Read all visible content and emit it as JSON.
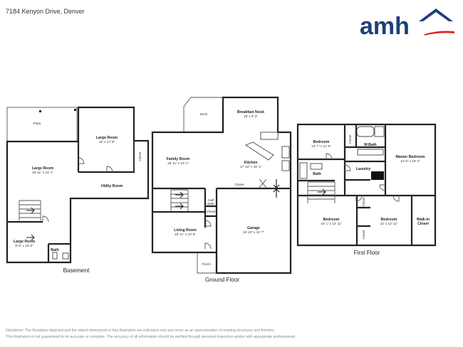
{
  "header": {
    "address": "7184 Kenyon Drive, Denver",
    "logo_text": "amh",
    "brand_colors": {
      "blue": "#1e3f7a",
      "red": "#d32a2a"
    }
  },
  "floors": {
    "basement": {
      "label": "Basement",
      "patio": "Patio",
      "large_room_1": {
        "name": "Large Room",
        "dims": "15' x 17' 8\""
      },
      "large_room_2": {
        "name": "Large Room",
        "dims": "18' 11\" x 15' 1\""
      },
      "closet": "Closet",
      "utility_room": "Utility Room",
      "large_room_3": {
        "name": "Large Room",
        "dims": "8' 6\" x 10' 8\""
      },
      "bath": "Bath"
    },
    "ground": {
      "label": "Ground Floor",
      "deck": "Deck",
      "breakfast_nook": {
        "name": "Breakfast Nook",
        "dims": "15' x 8' 3\""
      },
      "family_room": {
        "name": "Family Room",
        "dims": "18' 11\" x 15' 1\""
      },
      "kitchen": {
        "name": "Kitchen",
        "dims": "17' 10\" x 15' 1\""
      },
      "closet": "Closet",
      "half_bath_line1": "Half",
      "half_bath_line2": "Bath",
      "closet_small": "Closet",
      "living_room": {
        "name": "Living Room",
        "dims": "16' 11\" x 10' 8\""
      },
      "garage": {
        "name": "Garage",
        "dims": "19' 10\" x 22' 7\""
      },
      "porch": "Porch"
    },
    "first": {
      "label": "First Floor",
      "bedroom_1": {
        "name": "Bedroom",
        "dims": "12' 7\" x 11' 9\""
      },
      "closet_1": "Closet",
      "m_bath": "M.Bath",
      "master_bedroom": {
        "name": "Master Bedroom",
        "dims": "14' 6\" x 19' 4\""
      },
      "bath": "Bath",
      "laundry": "Laundry",
      "closet_2": "Closet",
      "closet_3": "Closet",
      "bedroom_2": {
        "name": "Bedroom",
        "dims": "16' 1\" x 12' 11\""
      },
      "bedroom_3": {
        "name": "Bedroom",
        "dims": "12' x 12' 11\""
      },
      "walkin_line1": "Walk-In",
      "walkin_line2": "Closet"
    }
  },
  "disclaimer": {
    "line1": "Disclaimer: The floorplans depicted and the stated dimensions in this illustration are indicative only and serve as an approximation of existing structures and finishes.",
    "line2": "This illustration is not guaranteed to be accurate or complete. The accuracy of all information should be verified through personal inspection and/or with appropriate professionals."
  }
}
